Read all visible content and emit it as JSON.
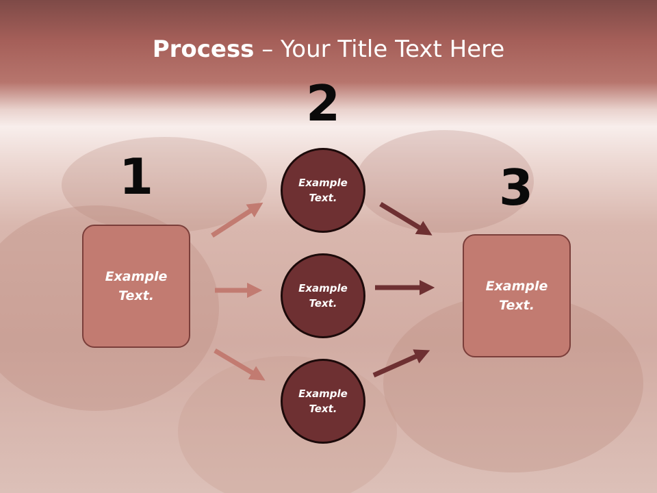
{
  "title": {
    "bold": "Process",
    "rest": " – Your Title Text Here"
  },
  "steps": {
    "n1": "1",
    "n2": "2",
    "n3": "3"
  },
  "box_left": {
    "line1": "Example",
    "line2": "Text."
  },
  "box_right": {
    "line1": "Example",
    "line2": "Text."
  },
  "circles": [
    {
      "line1": "Example",
      "line2": "Text."
    },
    {
      "line1": "Example",
      "line2": "Text."
    },
    {
      "line1": "Example",
      "line2": "Text."
    }
  ],
  "colors": {
    "header": "#a55f59",
    "box_fill": "#c27b71",
    "circle_fill": "#6e3032",
    "arrow_light": "#c27b71",
    "arrow_dark": "#6e3032"
  }
}
